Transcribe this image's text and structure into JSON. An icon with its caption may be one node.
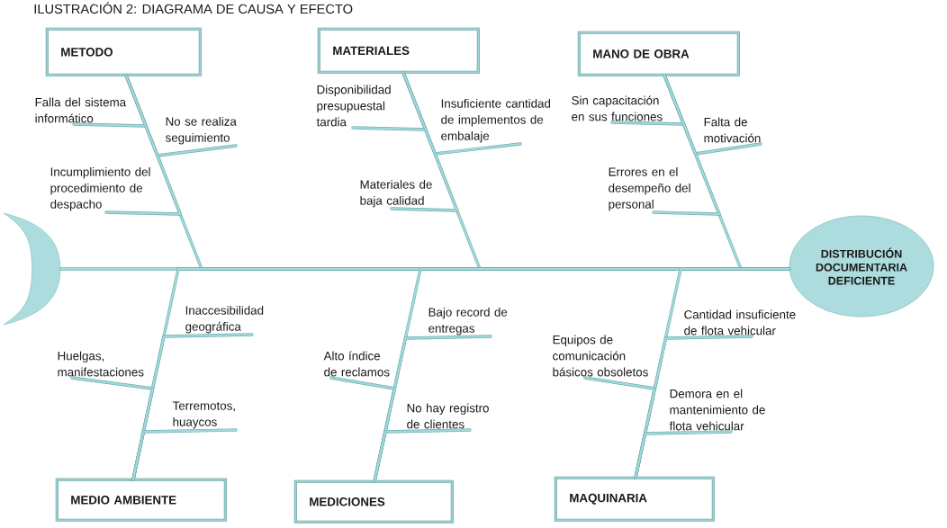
{
  "diagram": {
    "title": "ILUSTRACIÓN 2: DIAGRAMA DE CAUSA Y EFECTO",
    "nodes": [
      {
        "text": [
          "METODO"
        ]
      },
      {
        "text": [
          "MATERIALES"
        ]
      },
      {
        "text": [
          "MANO DE OBRA"
        ]
      },
      {
        "text": [
          "Falla del sistema informático"
        ]
      },
      {
        "text": [
          "No se realiza seguimiento"
        ]
      },
      {
        "text": [
          "Incumplimiento del procedimiento de despacho"
        ]
      },
      {
        "text": [
          "Disponibilidad presupuestal tardia"
        ]
      },
      {
        "text": [
          "Insuficiente cantidad de implementos de embalaje"
        ]
      },
      {
        "text": [
          "Materiales de baja calidad"
        ]
      },
      {
        "text": [
          "Sin capacitación en sus funciones"
        ]
      },
      {
        "text": [
          "Falta de motivación"
        ]
      },
      {
        "text": [
          "Errores en el desempeño del personal"
        ]
      },
      {
        "text": [],
        "shape": "crescent"
      },
      {
        "text": [
          "DISTRIBUCIÓN DOCUMENTARIA DEFICIENTE"
        ]
      },
      {
        "text": [
          "Inaccesibilidad geográfica"
        ]
      },
      {
        "text": [
          "Huelgas, manifestaciones"
        ]
      },
      {
        "text": [
          "Terremotos, huaycos"
        ]
      },
      {
        "text": [
          "Bajo record de entregas"
        ]
      },
      {
        "text": [
          "Alto índice de reclamos"
        ]
      },
      {
        "text": [
          "No hay registro de clientes"
        ]
      },
      {
        "text": [
          "Cantidad insuficiente de flota vehicular"
        ]
      },
      {
        "text": [
          "Equipos de comunicación básicos obsoletos"
        ]
      },
      {
        "text": [
          "Demora en el mantenimiento de flota vehicular"
        ]
      },
      {
        "text": [
          "MEDIO AMBIENTE"
        ]
      },
      {
        "text": [
          "MEDICIONES"
        ]
      },
      {
        "text": [
          "MAQUINARIA"
        ]
      }
    ],
    "edges": [
      {
        "from": 12,
        "to": 13,
        "arrow": "none"
      },
      {
        "from": 0,
        "to": 13,
        "arrow": "none"
      },
      {
        "from": 1,
        "to": 13,
        "arrow": "none"
      },
      {
        "from": 2,
        "to": 13,
        "arrow": "none"
      },
      {
        "from": 23,
        "to": 13,
        "arrow": "none"
      },
      {
        "from": 24,
        "to": 13,
        "arrow": "none"
      },
      {
        "from": 25,
        "to": 13,
        "arrow": "none"
      },
      {
        "from": 3,
        "to": 0,
        "arrow": "none"
      },
      {
        "from": 4,
        "to": 0,
        "arrow": "none"
      },
      {
        "from": 5,
        "to": 0,
        "arrow": "none"
      },
      {
        "from": 6,
        "to": 1,
        "arrow": "none"
      },
      {
        "from": 7,
        "to": 1,
        "arrow": "none"
      },
      {
        "from": 8,
        "to": 1,
        "arrow": "none"
      },
      {
        "from": 9,
        "to": 2,
        "arrow": "none"
      },
      {
        "from": 10,
        "to": 2,
        "arrow": "none"
      },
      {
        "from": 11,
        "to": 2,
        "arrow": "none"
      },
      {
        "from": 14,
        "to": 23,
        "arrow": "none"
      },
      {
        "from": 15,
        "to": 23,
        "arrow": "none"
      },
      {
        "from": 16,
        "to": 23,
        "arrow": "none"
      },
      {
        "from": 17,
        "to": 24,
        "arrow": "none"
      },
      {
        "from": 18,
        "to": 24,
        "arrow": "none"
      },
      {
        "from": 19,
        "to": 24,
        "arrow": "none"
      },
      {
        "from": 20,
        "to": 25,
        "arrow": "none"
      },
      {
        "from": 21,
        "to": 25,
        "arrow": "none"
      },
      {
        "from": 22,
        "to": 25,
        "arrow": "none"
      }
    ]
  }
}
